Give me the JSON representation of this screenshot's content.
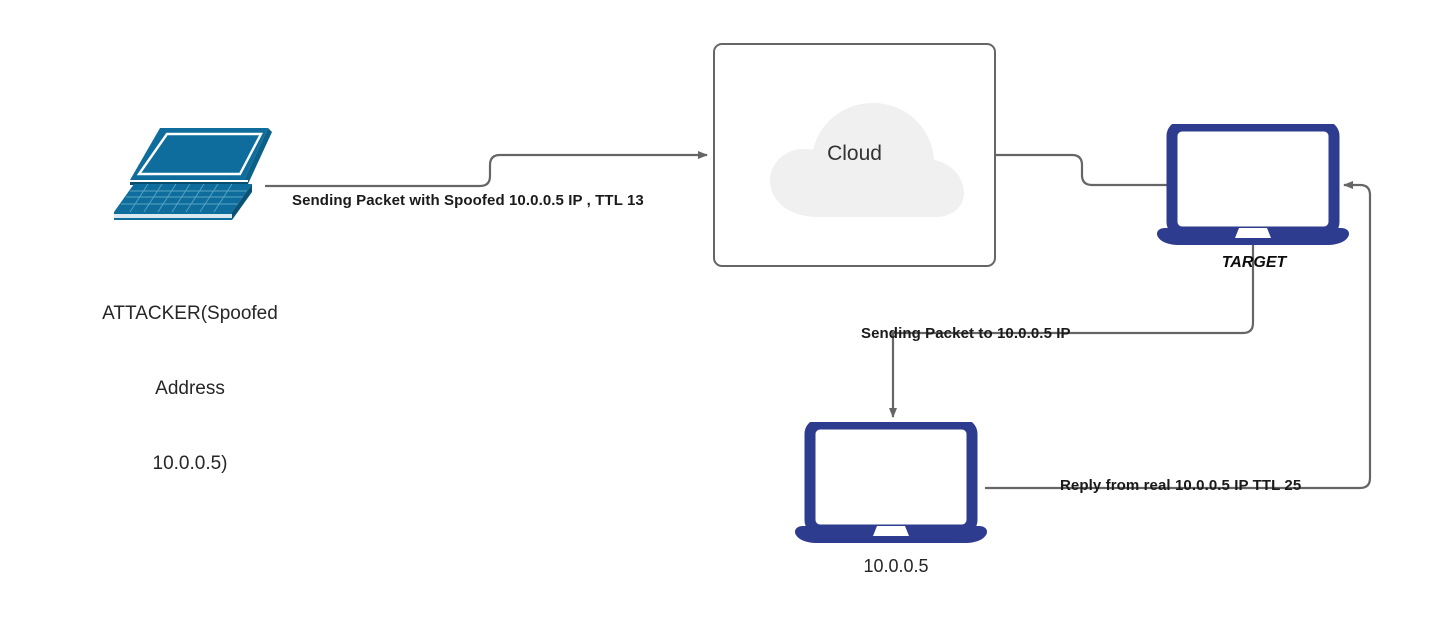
{
  "diagram": {
    "title": "IP Spoofing / TTL reply network diagram",
    "background": "#ffffff",
    "colors": {
      "wire": "#666666",
      "attacker_device": "#0e6d9c",
      "target_device": "#2e3c8f",
      "victim_device": "#2e3c8f",
      "cloud_fill": "#f0f0f0",
      "box_border": "#666666",
      "text": "#1a1a1a"
    },
    "nodes": [
      {
        "id": "attacker",
        "icon": "laptop-isometric-icon",
        "caption_lines": [
          "ATTACKER(Spoofed",
          "Address",
          "10.0.0.5)"
        ],
        "caption": "ATTACKER(Spoofed\nAddress\n10.0.0.5)"
      },
      {
        "id": "cloud",
        "icon": "cloud-icon",
        "label": "Cloud"
      },
      {
        "id": "target",
        "icon": "laptop-icon",
        "caption": "TARGET"
      },
      {
        "id": "victim",
        "icon": "laptop-icon",
        "caption": "10.0.0.5"
      }
    ],
    "edges": [
      {
        "id": "attacker-to-cloud",
        "from": "attacker",
        "to": "cloud",
        "arrow": true,
        "label": "Sending Packet with Spoofed 10.0.0.5 IP , TTL 13"
      },
      {
        "id": "cloud-to-target",
        "from": "cloud",
        "to": "target",
        "arrow": false,
        "label": ""
      },
      {
        "id": "target-to-victim",
        "from": "target",
        "to": "victim",
        "arrow": true,
        "label": "Sending Packet to 10.0.0.5 IP"
      },
      {
        "id": "victim-to-target",
        "from": "victim",
        "to": "target",
        "arrow": true,
        "label": "Reply from real 10.0.0.5 IP TTL 25"
      }
    ]
  }
}
